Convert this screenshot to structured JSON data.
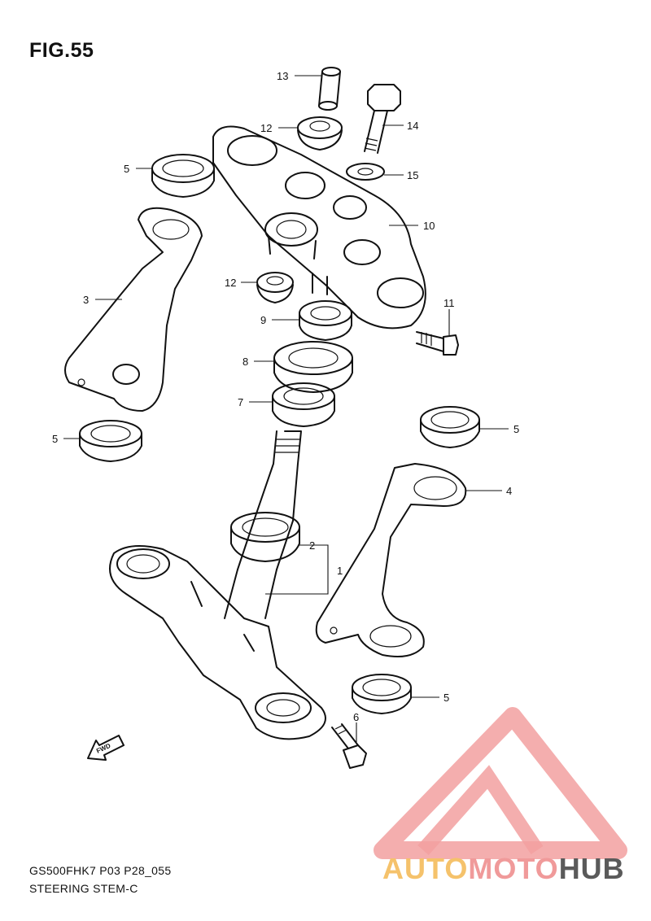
{
  "figure_title": "FIG.55",
  "footer": {
    "code": "GS500FHK7 P03 P28_055",
    "name": "STEERING STEM-C"
  },
  "callouts": [
    "13",
    "12",
    "14",
    "5",
    "15",
    "10",
    "3",
    "12",
    "11",
    "9",
    "8",
    "7",
    "5",
    "5",
    "4",
    "2",
    "1",
    "6",
    "5"
  ],
  "fwd_label": "FWD",
  "watermark": {
    "auto": "AUTO",
    "moto": "MOTO",
    "hub": "HUB",
    "colors": {
      "triangle": "#f2a0a0",
      "auto": "#f5c26b",
      "moto": "#f09a9a",
      "hub": "#5a5a5a"
    }
  }
}
